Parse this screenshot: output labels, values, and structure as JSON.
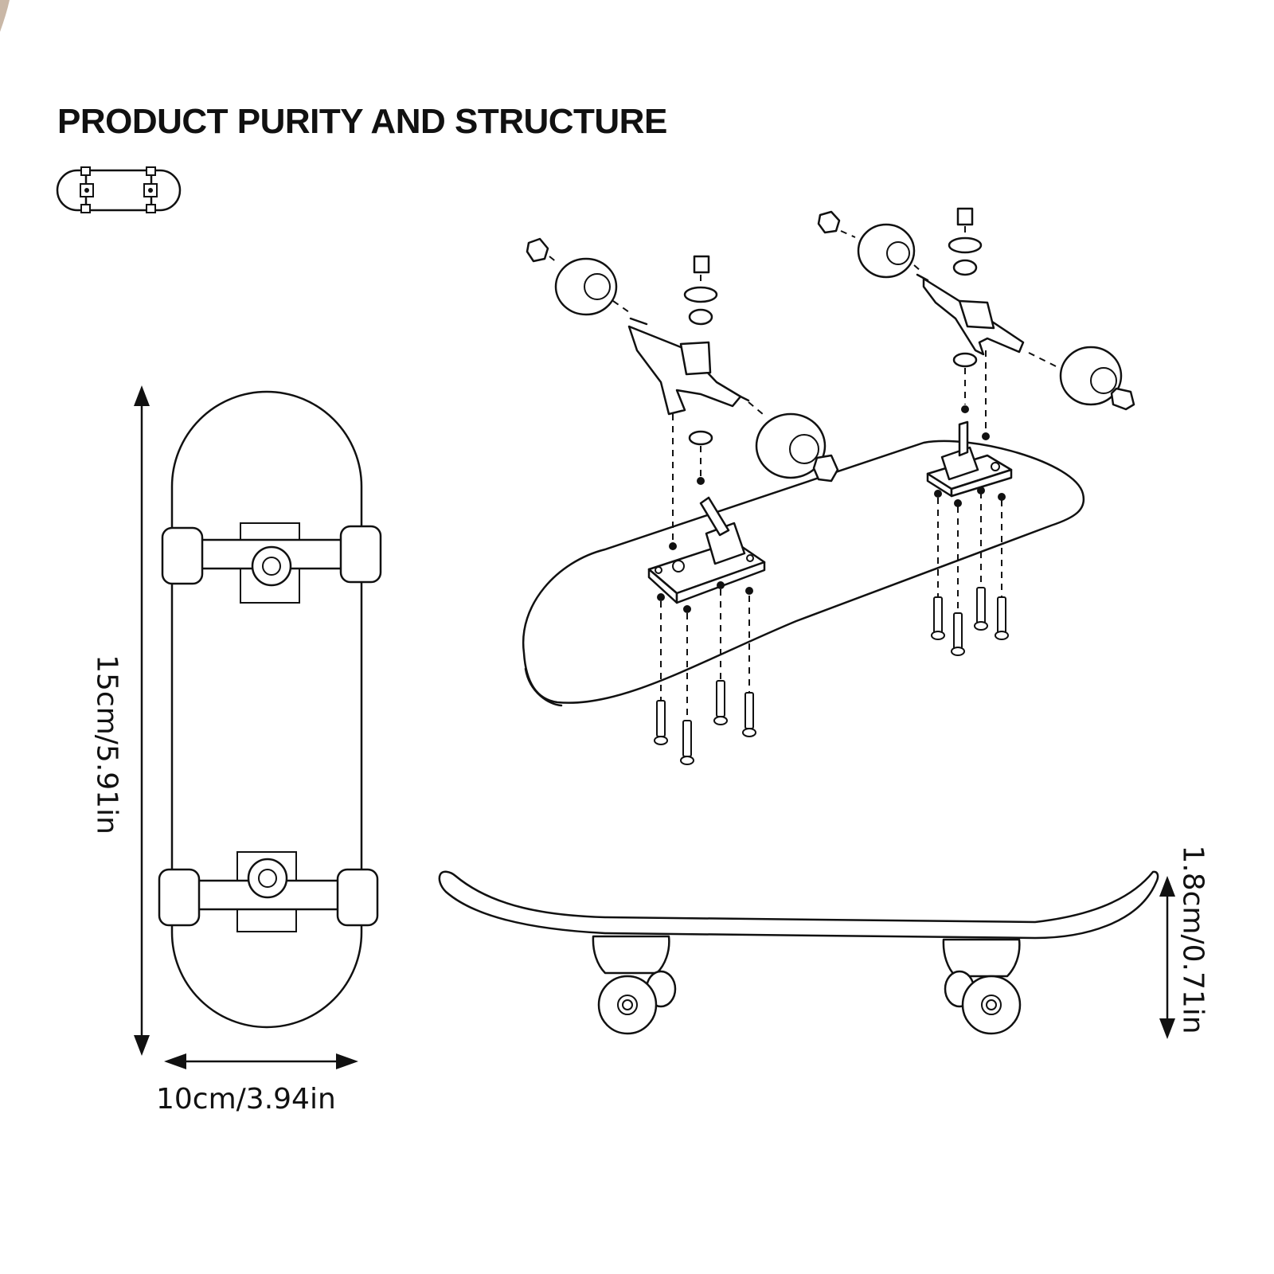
{
  "title": "PRODUCT PURITY AND STRUCTURE",
  "dimensions": {
    "length": "15cm/5.91in",
    "width": "10cm/3.94in",
    "thickness": "1.8cm/0.71in"
  },
  "colors": {
    "line": "#111111",
    "background": "#ffffff"
  }
}
